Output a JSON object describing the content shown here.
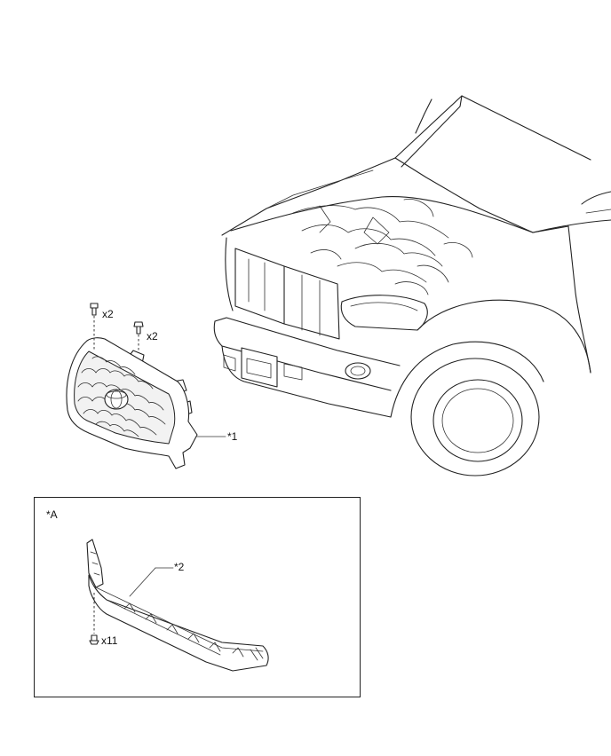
{
  "callouts": {
    "grille": "*1",
    "lower_grille": "*2",
    "inset": "*A"
  },
  "quantities": {
    "upper_clips": "x2",
    "upper_bolts": "x2",
    "lower_clips": "x11"
  }
}
